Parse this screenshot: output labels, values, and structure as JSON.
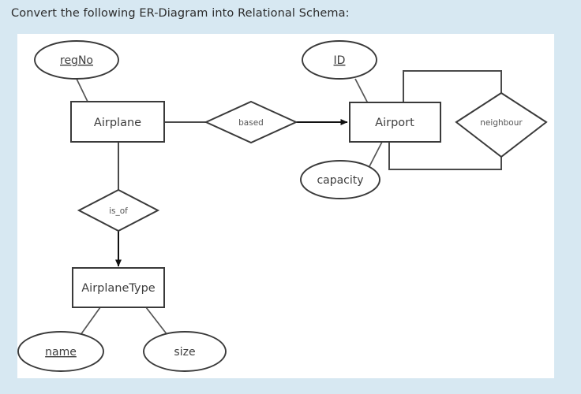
{
  "page": {
    "background_color": "#d7e8f2",
    "canvas_color": "#ffffff",
    "title": "Convert the following ER-Diagram into Relational Schema:"
  },
  "diagram": {
    "type": "er-diagram",
    "entities": [
      {
        "id": "airplane",
        "label": "Airplane",
        "shape": "rectangle"
      },
      {
        "id": "airport",
        "label": "Airport",
        "shape": "rectangle"
      },
      {
        "id": "airplanetype",
        "label": "AirplaneType",
        "shape": "rectangle"
      }
    ],
    "relationships": [
      {
        "id": "based",
        "label": "based",
        "shape": "diamond",
        "from": "airplane",
        "to": "airport",
        "arrow": true
      },
      {
        "id": "is_of",
        "label": "is_of",
        "shape": "diamond",
        "from": "airplane",
        "to": "airplanetype",
        "arrow": true
      },
      {
        "id": "neighbour",
        "label": "neighbour",
        "shape": "diamond",
        "from": "airport",
        "to": "airport",
        "arrow": false
      }
    ],
    "attributes": [
      {
        "id": "regno",
        "label": "regNo",
        "owner": "airplane",
        "key": true
      },
      {
        "id": "id",
        "label": "ID",
        "owner": "airport",
        "key": true
      },
      {
        "id": "capacity",
        "label": "capacity",
        "owner": "airport",
        "key": false
      },
      {
        "id": "name",
        "label": "name",
        "owner": "airplanetype",
        "key": true
      },
      {
        "id": "size",
        "label": "size",
        "owner": "airplanetype",
        "key": false
      }
    ]
  }
}
